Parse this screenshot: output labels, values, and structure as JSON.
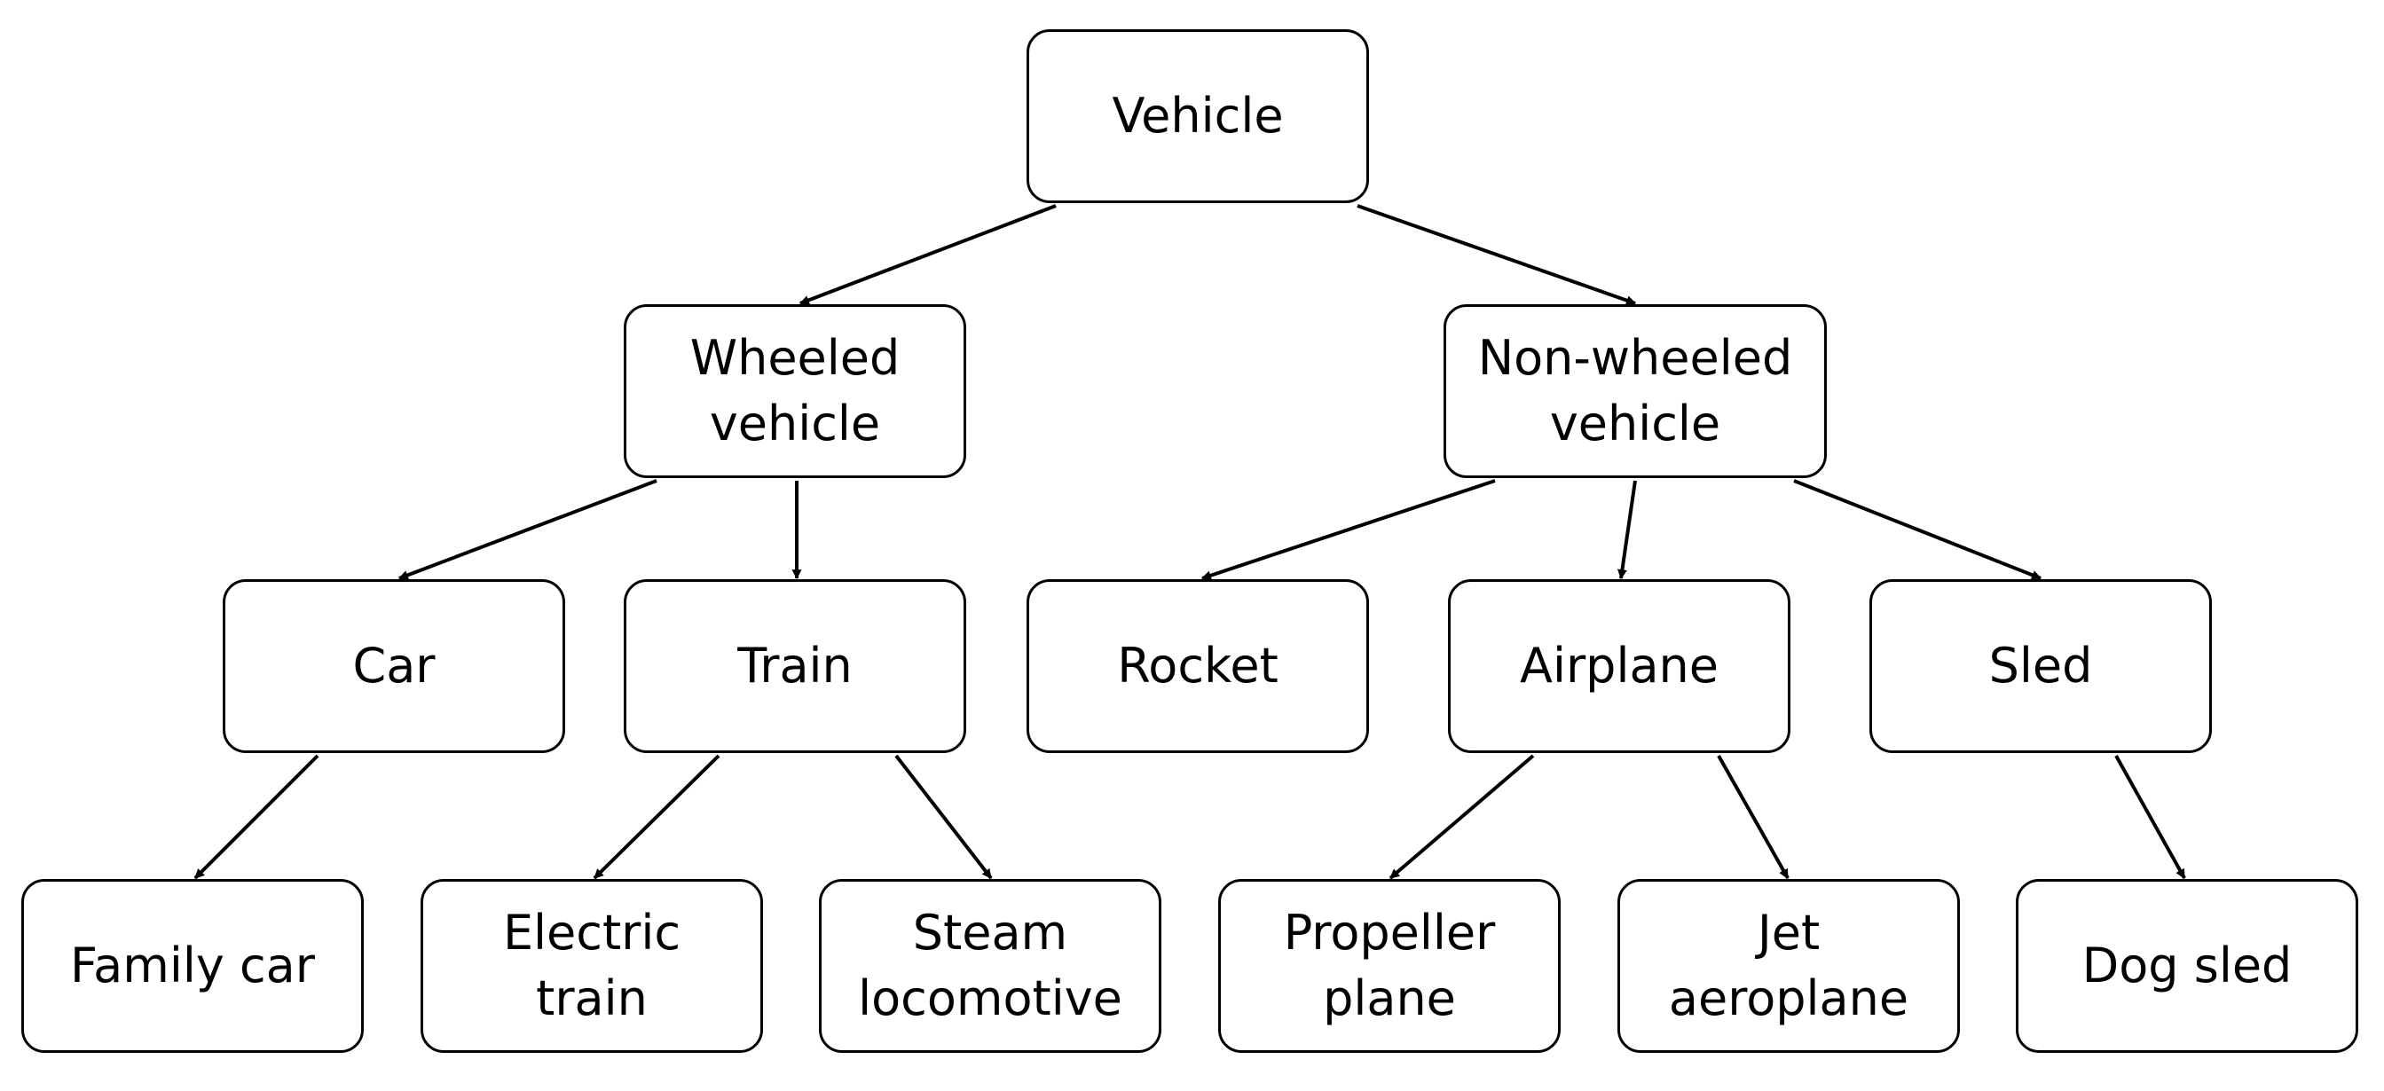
{
  "nodes": {
    "vehicle": "Vehicle",
    "wheeled": "Wheeled\nvehicle",
    "nonwheeled": "Non-wheeled\nvehicle",
    "car": "Car",
    "train": "Train",
    "rocket": "Rocket",
    "airplane": "Airplane",
    "sled": "Sled",
    "familycar": "Family car",
    "electric": "Electric\ntrain",
    "steam": "Steam\nlocomotive",
    "propeller": "Propeller\nplane",
    "jet": "Jet\naeroplane",
    "dogsled": "Dog sled"
  },
  "edges": [
    [
      "vehicle",
      "wheeled"
    ],
    [
      "vehicle",
      "nonwheeled"
    ],
    [
      "wheeled",
      "car"
    ],
    [
      "wheeled",
      "train"
    ],
    [
      "nonwheeled",
      "rocket"
    ],
    [
      "nonwheeled",
      "airplane"
    ],
    [
      "nonwheeled",
      "sled"
    ],
    [
      "car",
      "familycar"
    ],
    [
      "train",
      "electric"
    ],
    [
      "train",
      "steam"
    ],
    [
      "airplane",
      "propeller"
    ],
    [
      "airplane",
      "jet"
    ],
    [
      "sled",
      "dogsled"
    ]
  ],
  "style": {
    "line_color": "#000000",
    "box_fill": "#ffffff"
  }
}
